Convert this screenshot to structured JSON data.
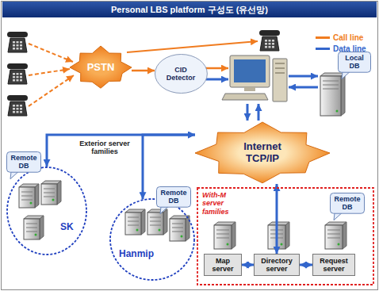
{
  "diagram": {
    "title": "Personal LBS platform 구성도 (유선망)",
    "nodes": [
      {
        "text": [
          "PSTN"
        ]
      },
      {
        "text": [
          "CID Detector"
        ]
      },
      {
        "text": [
          "Local DB"
        ]
      },
      {
        "text": [
          "Internet TCP/IP"
        ]
      },
      {
        "text": [
          "SK"
        ]
      },
      {
        "text": [
          "Remote DB"
        ],
        "in": 4
      },
      {
        "text": [
          "Hanmip"
        ]
      },
      {
        "text": [
          "Remote DB"
        ],
        "in": 6
      },
      {
        "text": [
          "With-M server families"
        ]
      },
      {
        "text": [
          "Map server"
        ],
        "in": 8
      },
      {
        "text": [
          "Directory server"
        ],
        "in": 8
      },
      {
        "text": [
          "Request server"
        ],
        "in": 8
      },
      {
        "text": [
          "Remote DB"
        ],
        "in": 8
      }
    ],
    "edges": [
      {
        "from": 0,
        "to": 1,
        "arrow": "to"
      },
      {
        "from": 3,
        "to": 4,
        "arrow": "both"
      },
      {
        "from": 3,
        "to": 6,
        "arrow": "both"
      },
      {
        "from": 3,
        "to": 10,
        "arrow": "both"
      },
      {
        "from": 9,
        "to": 10,
        "arrow": "both"
      },
      {
        "from": 10,
        "to": 11,
        "arrow": "both"
      }
    ],
    "labels": [
      "Exterior server families"
    ],
    "legend": [
      {
        "text": "Call line",
        "color": "#f07c20"
      },
      {
        "text": "Data line",
        "color": "#3366cc"
      }
    ]
  }
}
